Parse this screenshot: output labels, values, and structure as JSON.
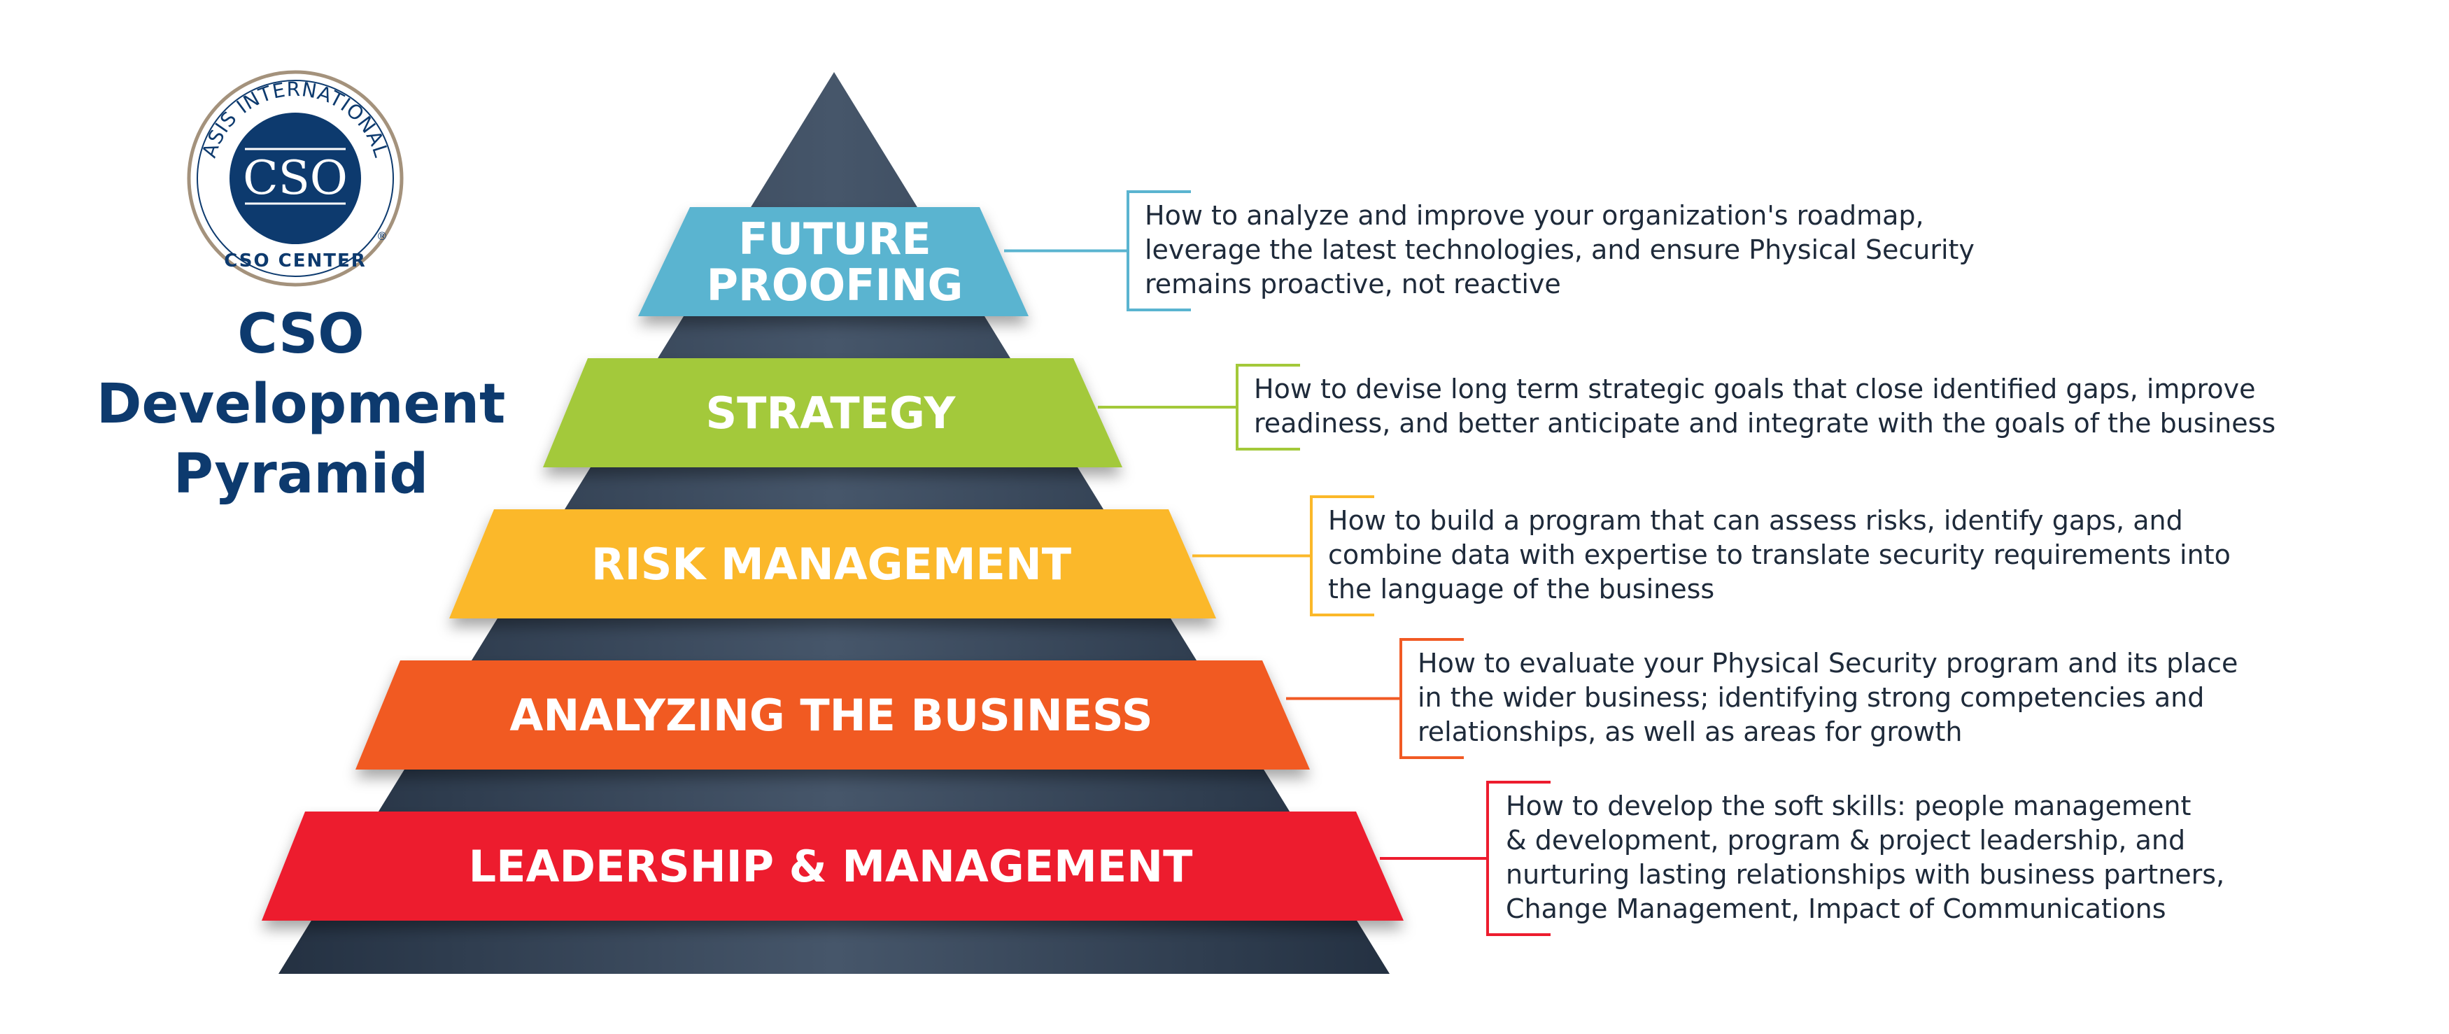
{
  "logo": {
    "ring_text": "ASIS INTERNATIONAL",
    "center_text": "CSO",
    "bottom_text": "CSO CENTER",
    "mark": "®",
    "colors": {
      "navy": "#0d3a6e",
      "ring": "#a4927c"
    }
  },
  "title": {
    "line1": "CSO",
    "line2": "Development",
    "line3": "Pyramid"
  },
  "pyramid": {
    "colors": {
      "body": "#2f3d4f"
    },
    "tiers": [
      {
        "label_lines": [
          "FUTURE",
          "PROOFING"
        ],
        "color": "#5ab4d0",
        "desc_lines": [
          "How to analyze and improve your organization's roadmap,",
          "leverage the latest technologies, and ensure Physical Security",
          "remains proactive, not reactive"
        ]
      },
      {
        "label_lines": [
          "STRATEGY"
        ],
        "color": "#a3c93a",
        "desc_lines": [
          "How to devise long term strategic goals that close identified gaps, improve",
          "readiness, and better anticipate and integrate with the goals of the business"
        ]
      },
      {
        "label_lines": [
          "RISK MANAGEMENT"
        ],
        "color": "#fbb829",
        "desc_lines": [
          "How to build a program that can assess risks, identify gaps, and",
          "combine data with expertise to translate security requirements into",
          "the language of the business"
        ]
      },
      {
        "label_lines": [
          "ANALYZING THE BUSINESS"
        ],
        "color": "#f15a24",
        "desc_lines": [
          "How to evaluate your Physical Security program and its place",
          "in the wider business; identifying strong competencies and",
          "relationships, as well as areas for growth"
        ]
      },
      {
        "label_lines": [
          "LEADERSHIP & MANAGEMENT"
        ],
        "color": "#ed1c2e",
        "desc_lines": [
          "How to develop the soft skills: people management",
          "& development, program & project leadership, and",
          "nurturing lasting relationships with business partners,",
          "Change Management, Impact of Communications"
        ]
      }
    ]
  }
}
